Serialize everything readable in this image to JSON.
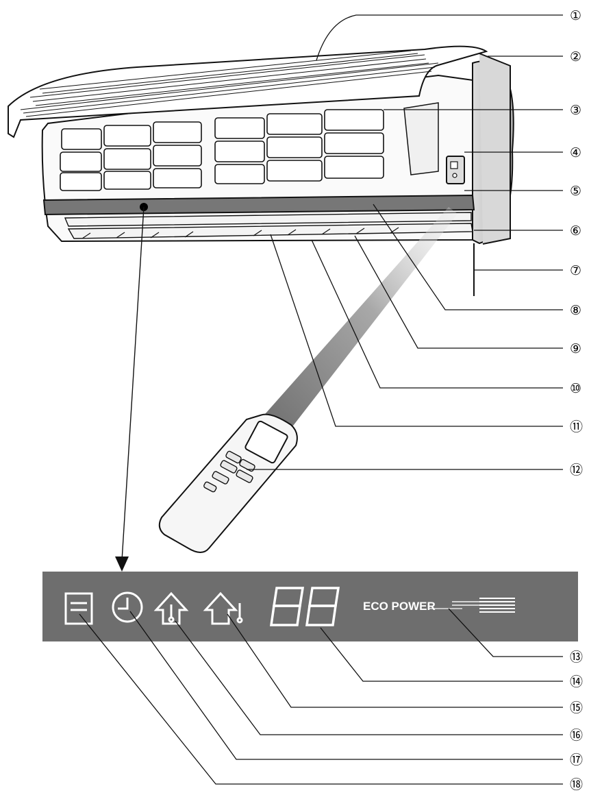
{
  "figure": {
    "callouts": [
      {
        "label": "①"
      },
      {
        "label": "②"
      },
      {
        "label": "③"
      },
      {
        "label": "④"
      },
      {
        "label": "⑤"
      },
      {
        "label": "⑥"
      },
      {
        "label": "⑦"
      },
      {
        "label": "⑧"
      },
      {
        "label": "⑨"
      },
      {
        "label": "⑩"
      },
      {
        "label": "⑪"
      },
      {
        "label": "⑫"
      },
      {
        "label": "⑬"
      },
      {
        "label": "⑭"
      },
      {
        "label": "⑮"
      },
      {
        "label": "⑯"
      },
      {
        "label": "⑰"
      },
      {
        "label": "⑱"
      }
    ],
    "display_panel": {
      "digits": "88",
      "eco_power_text": "ECO POWER",
      "icons": [
        "filter-icon",
        "clock-timer-icon",
        "house-heat-icon",
        "house-thermometer-icon"
      ]
    }
  },
  "colors": {
    "panel_bg": "#6e6e6e",
    "panel_fg": "#ffffff",
    "line": "#111111"
  }
}
